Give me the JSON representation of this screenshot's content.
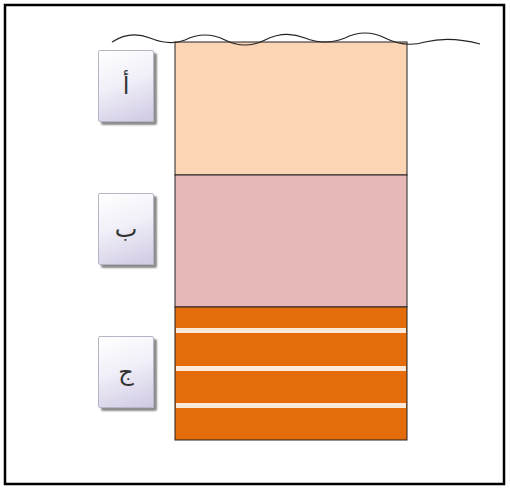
{
  "diagram": {
    "nodes": [
      {
        "text": [
          "أ"
        ]
      },
      {
        "text": [
          "ب"
        ]
      },
      {
        "text": [
          "ج"
        ]
      }
    ]
  }
}
